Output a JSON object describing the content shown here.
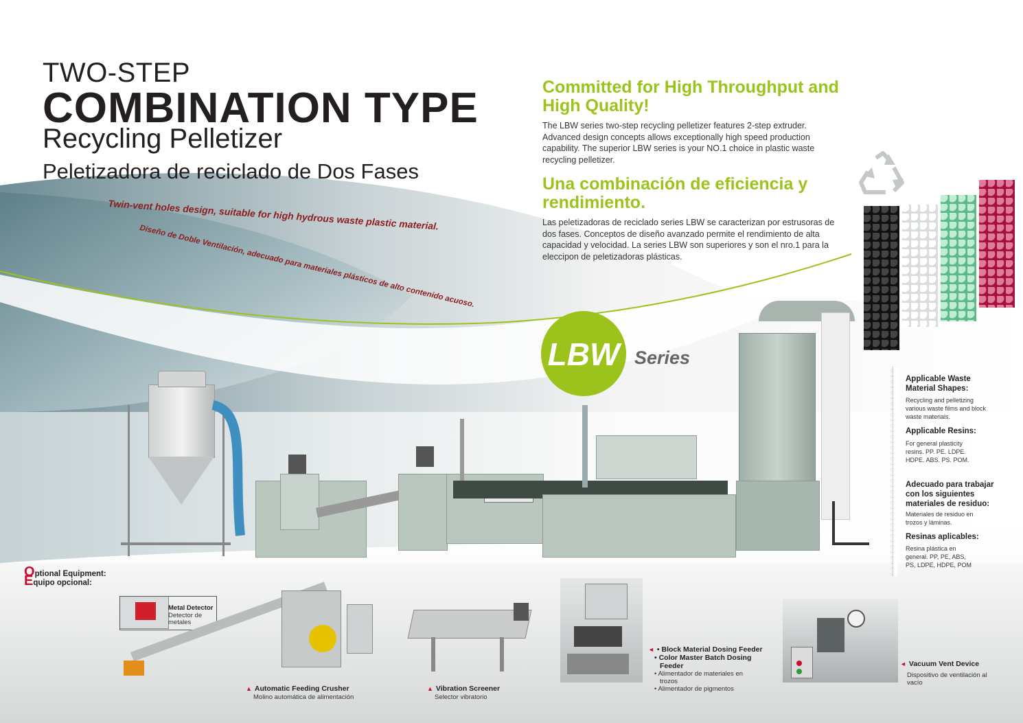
{
  "title": {
    "line1": "TWO-STEP",
    "line2": "COMBINATION TYPE",
    "line3": "Recycling Pelletizer",
    "line4": "Peletizadora de reciclado de Dos Fases"
  },
  "feature_en": "Twin-vent holes design, suitable for high hydrous waste plastic material.",
  "feature_es": "Diseño de Doble Ventilación, adecuado para materiales plásticos de alto contenido acuoso.",
  "heading_en": "Committed for High Throughput and High Quality!",
  "body_en": "The LBW series two-step recycling pelletizer features 2-step extruder. Advanced design concepts allows exceptionally high speed production capability. The superior LBW series is your NO.1 choice in plastic waste recycling pelletizer.",
  "heading_es": "Una combinación de eficiencia y rendimiento.",
  "body_es": "Las peletizadoras de reciclado series LBW se caracterizan por estrusoras de dos fases. Conceptos de diseño avanzado permite el rendimiento de alta capacidad y velocidad. La series LBW son superiores y son el nro.1 para la eleccipon de peletizadoras plásticas.",
  "badge": {
    "mark": "LBW",
    "suffix": "Series"
  },
  "side": {
    "shapes_heading": "Applicable Waste Material Shapes:",
    "shapes_body": "Recycling and pelletizing various waste films and block waste materials.",
    "resins_heading": "Applicable Resins:",
    "resins_body": "For general plasticity resins. PP. PE. LDPE. HDPE. ABS. PS. POM.",
    "adecuado_heading": "Adecuado para trabajar con los siguientes materiales de residuo:",
    "adecuado_body": "Materiales de residuo en trozos y láminas.",
    "resinas_heading": "Resinas aplicables:",
    "resinas_body": "Resina plástica en general. PP, PE, ABS, PS, LDPE, HDPE, POM"
  },
  "optional": {
    "o_letter": "O",
    "o_rest": "ptional Equipment:",
    "e_letter": "E",
    "e_rest": "quipo opcional:"
  },
  "equipment": {
    "metal_detector_en": "Metal Detector",
    "metal_detector_es": "Detector de metales",
    "crusher_en": "Automatic Feeding Crusher",
    "crusher_es": "Molino automática de alimentación",
    "screener_en": "Vibration Screener",
    "screener_es": "Selector vibratorio",
    "dosing": [
      "Block Material Dosing Feeder",
      "Color Master Batch Dosing Feeder",
      "Alimentador de materiales en trozos",
      "Alimentador de pigmentos"
    ],
    "vacuum_en": "Vacuum Vent Device",
    "vacuum_es": "Dispositivo de ventilación al vacío"
  },
  "colors": {
    "accent_green": "#9bc31c",
    "feature_red": "#8b1d1d",
    "letter_red": "#c8102e"
  }
}
